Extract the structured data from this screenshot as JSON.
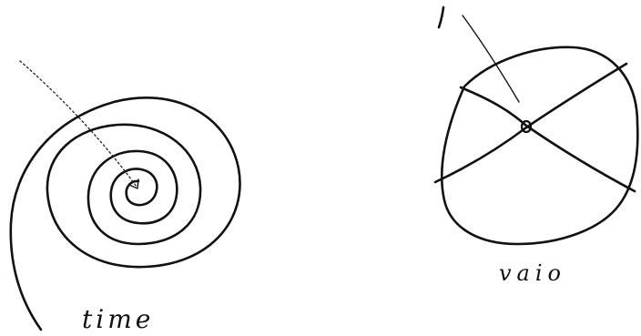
{
  "left_figure": {
    "label": "time",
    "shape": "spiral",
    "pointer": "dotted-arrow"
  },
  "right_figure": {
    "label": "vaio",
    "shape": "closed-loop",
    "marks": [
      "crossing-lines",
      "center-point",
      "pointer-line"
    ]
  },
  "colors": {
    "ink": "#111111",
    "paper": "#ffffff"
  }
}
